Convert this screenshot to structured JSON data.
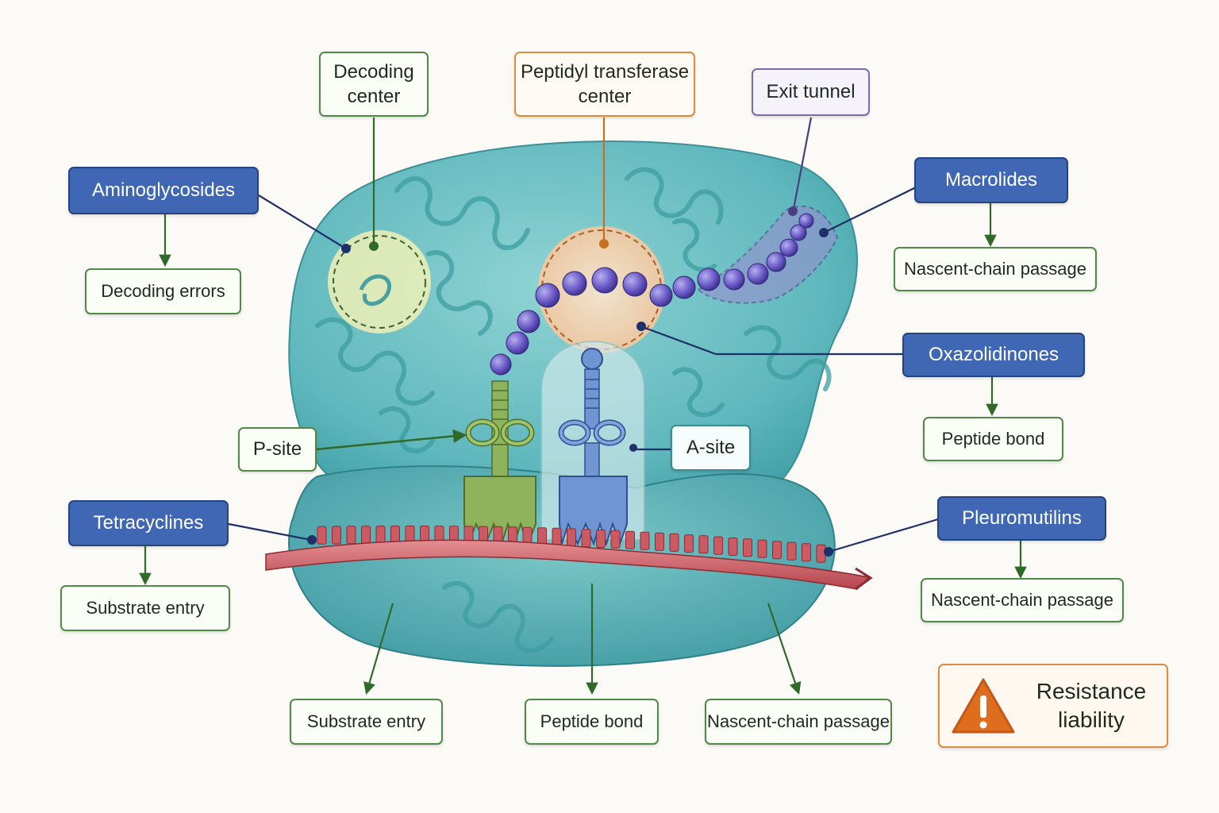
{
  "sites": {
    "decoding_center": {
      "line1": "Decoding",
      "line2": "center"
    },
    "peptidyl_transferase": {
      "line1": "Peptidyl transferase",
      "line2": "center"
    },
    "exit_tunnel": "Exit tunnel",
    "p_site": "P-site",
    "a_site": "A-site"
  },
  "drugs": {
    "aminoglycosides": "Aminoglycosides",
    "macrolides": "Macrolides",
    "oxazolidinones": "Oxazolidinones",
    "tetracyclines": "Tetracyclines",
    "pleuromutilins": "Pleuromutilins"
  },
  "effects": {
    "decoding_errors": "Decoding errors",
    "macrolides_effect": "Nascent-chain passage",
    "oxazolidinones_effect": "Peptide bond",
    "tetracyclines_effect": "Substrate entry",
    "pleuromutilins_effect": "Nascent-chain passage",
    "bottom_left": "Substrate entry",
    "bottom_center": "Peptide bond",
    "bottom_right": "Nascent-chain passage"
  },
  "warning": {
    "line1": "Resistance",
    "line2": "liability",
    "icon": "warning-triangle-icon"
  },
  "colors": {
    "drug_blue": "#3f67b3",
    "effect_green": "#4f8a46",
    "ptc_orange": "#de8a3b",
    "tunnel_purple": "#7e6aa8",
    "ribosome_teal": "#5fb8bd",
    "mrna_red": "#c8555c",
    "p_trna": "#8fb35c",
    "a_trna": "#5f86c4"
  }
}
